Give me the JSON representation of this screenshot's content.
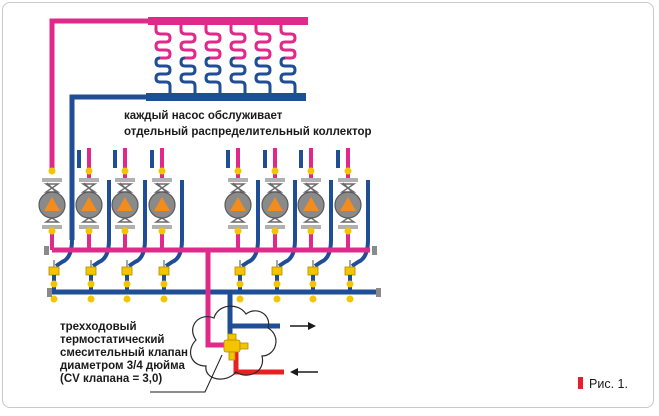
{
  "labels": {
    "pump_note_line1": "каждый насос обслуживает",
    "pump_note_line2": "отдельный распределительный коллектор",
    "valve_note_line1": "трехходовый",
    "valve_note_line2": "термостатический",
    "valve_note_line3": "смесительный клапан",
    "valve_note_line4": "диаметром 3/4 дюйма",
    "valve_note_line5": "(CV клапана = 3,0)",
    "figure_caption": "Рис. 1."
  },
  "colors": {
    "supply": "#e0298a",
    "return": "#1f4e96",
    "hot_inlet": "#e8201f",
    "pump_body": "#8a8a8a",
    "pump_triangle": "#f28c1d",
    "fitting": "#f5c400",
    "caption_marker": "#e0202a"
  },
  "pump_count": 8
}
